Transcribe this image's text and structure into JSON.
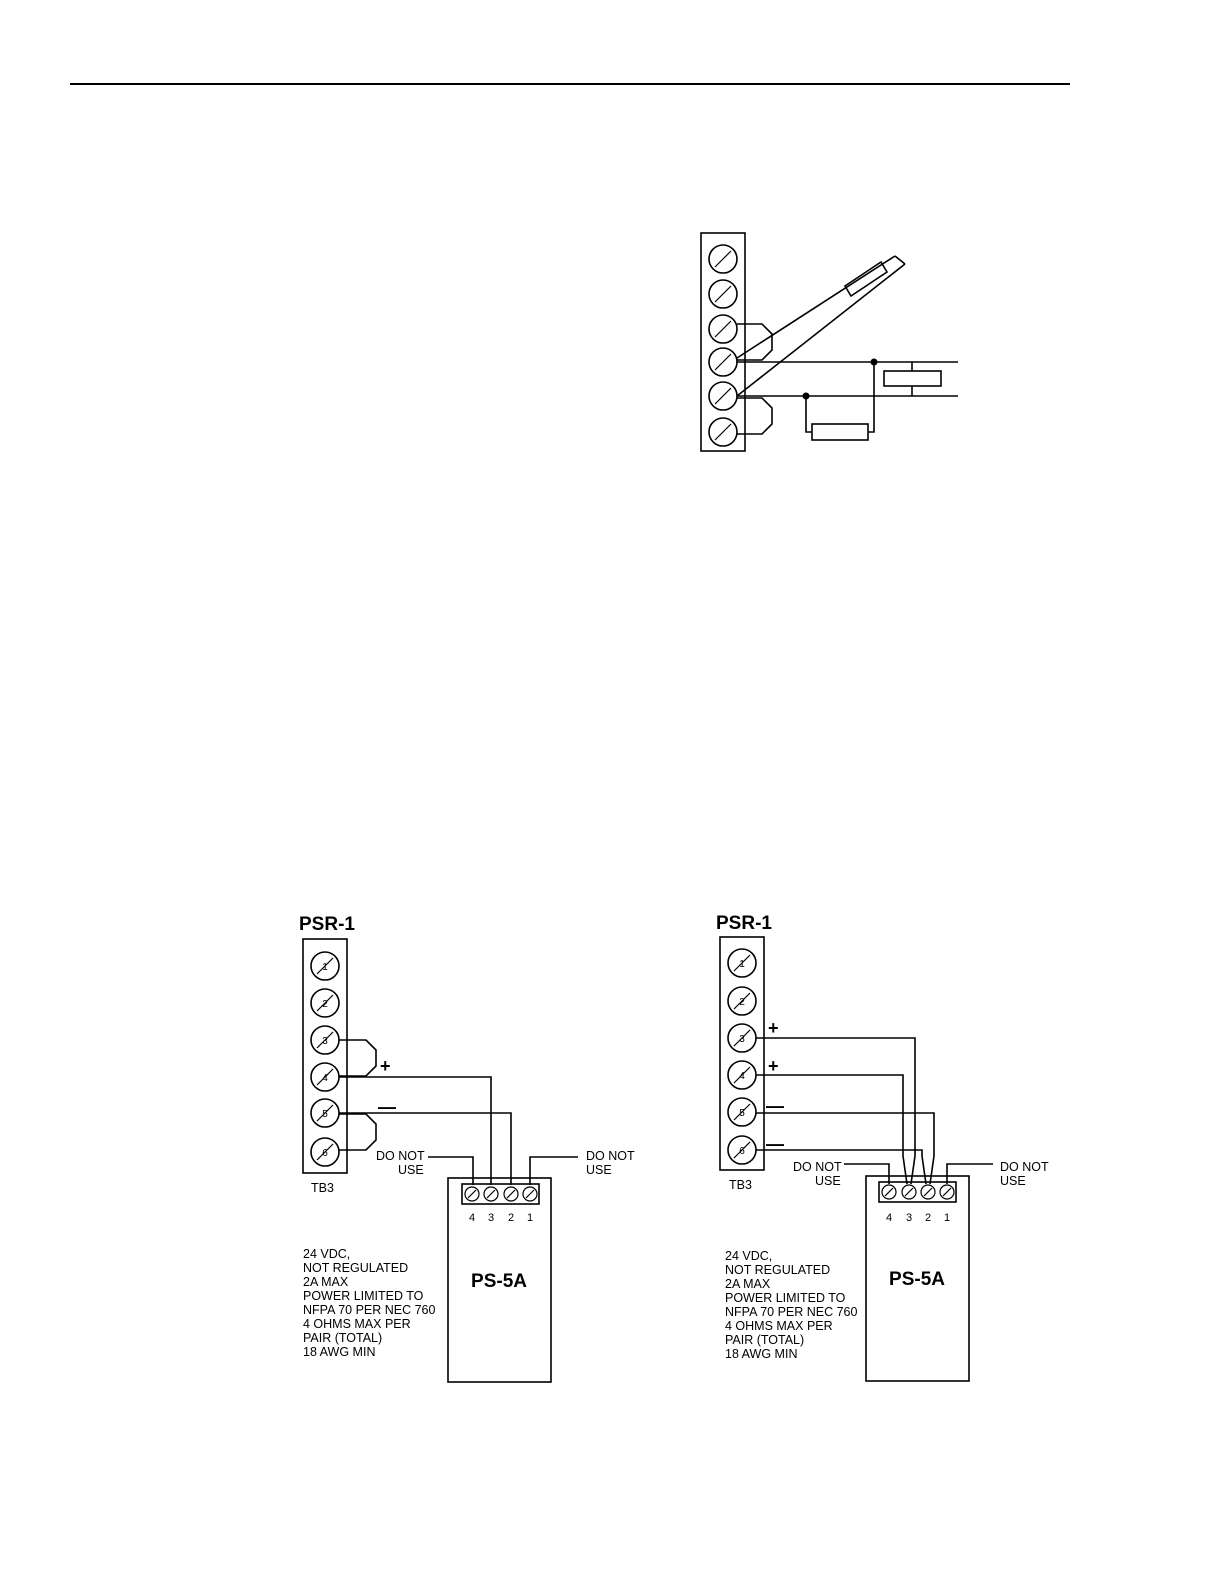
{
  "colors": {
    "ink": "#000000",
    "paper": "#ffffff"
  },
  "figure_b": {
    "title": "PSR-1",
    "block_label": "TB3",
    "terminal_numbers": [
      "1",
      "2",
      "3",
      "4",
      "5",
      "6"
    ],
    "signs": [
      "+",
      "—"
    ],
    "ps_name": "PS-5A",
    "ps_terminals": [
      "4",
      "3",
      "2",
      "1"
    ],
    "do_not_use_left": [
      "DO NOT",
      "USE"
    ],
    "do_not_use_right": [
      "DO NOT",
      "USE"
    ],
    "spec_lines": [
      "24 VDC,",
      "NOT REGULATED",
      "2A MAX",
      "POWER LIMITED TO",
      "NFPA 70 PER NEC 760",
      "4 OHMS MAX PER",
      "PAIR (TOTAL)",
      "18 AWG MIN"
    ]
  },
  "figure_c": {
    "title": "PSR-1",
    "block_label": "TB3",
    "terminal_numbers": [
      "1",
      "2",
      "3",
      "4",
      "5",
      "6"
    ],
    "signs": [
      "+",
      "+",
      "—",
      "—"
    ],
    "ps_name": "PS-5A",
    "ps_terminals": [
      "4",
      "3",
      "2",
      "1"
    ],
    "do_not_use_left": [
      "DO NOT",
      "USE"
    ],
    "do_not_use_right": [
      "DO NOT",
      "USE"
    ],
    "spec_lines": [
      "24 VDC,",
      "NOT REGULATED",
      "2A MAX",
      "POWER LIMITED TO",
      "NFPA 70 PER NEC 760",
      "4 OHMS MAX PER",
      "PAIR (TOTAL)",
      "18 AWG MIN"
    ]
  }
}
